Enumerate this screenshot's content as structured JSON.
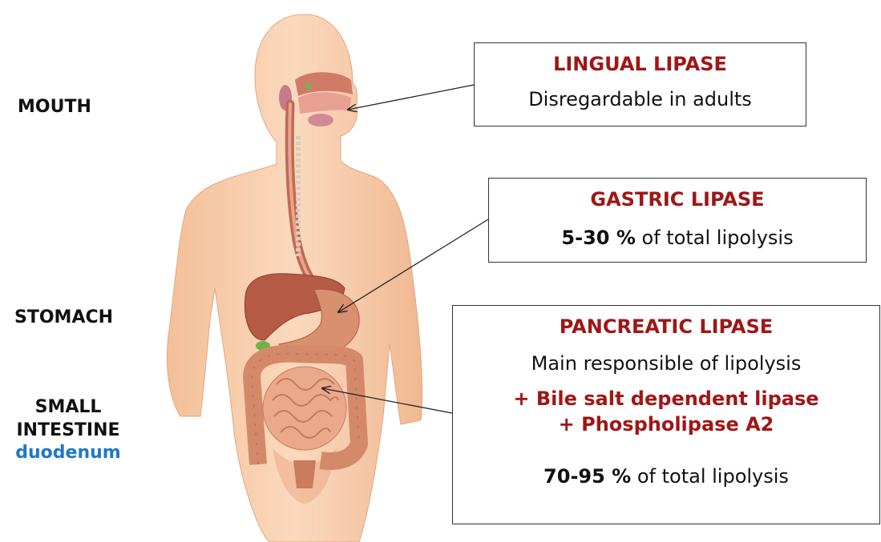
{
  "regions": {
    "mouth": "MOUTH",
    "stomach": "STOMACH",
    "small_intestine_line1": "SMALL",
    "small_intestine_line2": "INTESTINE",
    "duodenum": "duodenum"
  },
  "lingual": {
    "title": "LINGUAL LIPASE",
    "text": "Disregardable in adults"
  },
  "gastric": {
    "title": "GASTRIC LIPASE",
    "value": "5-30 %",
    "text": "of total lipolysis"
  },
  "pancreatic": {
    "title": "PANCREATIC LIPASE",
    "text": "Main responsible of lipolysis",
    "extra1": "+ Bile salt dependent lipase",
    "extra2": "+ Phospholipase A2",
    "value": "70-95 %",
    "text2": "of total lipolysis"
  },
  "colors": {
    "title_red": "#a01616",
    "duodenum_blue": "#1f78c8",
    "skin": "#f6c9a6"
  }
}
